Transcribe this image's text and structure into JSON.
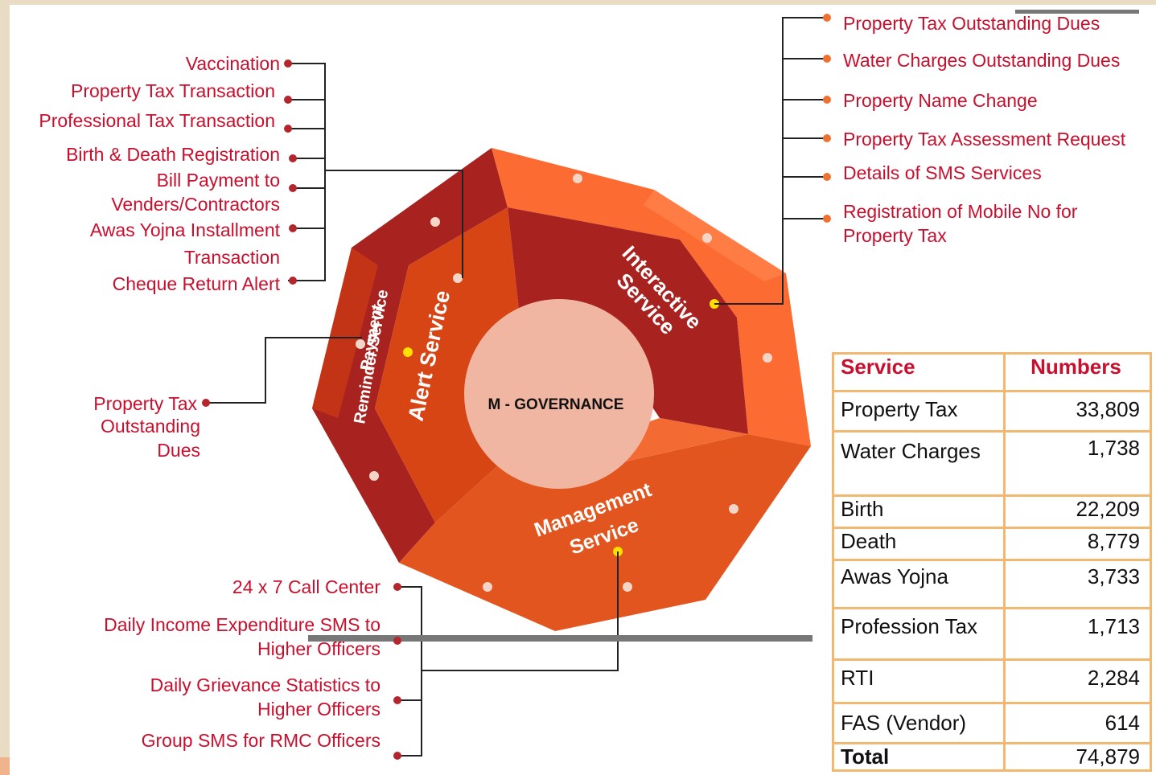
{
  "center": "M - GOVERNANCE",
  "segments": {
    "payment": [
      "Payment",
      "Reminder Service"
    ],
    "alert": "Alert Service",
    "interactive": [
      "Interactive",
      "Service"
    ],
    "management": [
      "Management",
      "Service"
    ]
  },
  "alert_items": [
    "Vaccination",
    "Property Tax Transaction",
    "Professional Tax Transaction",
    "Birth & Death Registration",
    "Bill Payment to",
    "Venders/Contractors",
    "Awas Yojna Installment",
    "Transaction",
    "Cheque Return Alert"
  ],
  "payment_items": [
    "Property Tax",
    "Outstanding",
    "Dues"
  ],
  "interactive_items": [
    "Property Tax Outstanding Dues",
    "Water Charges Outstanding Dues",
    "Property Name Change",
    "Property Tax Assessment Request",
    "Details of SMS Services",
    "Registration of Mobile No for",
    "Property Tax"
  ],
  "management_items": [
    "24 x 7 Call Center",
    "Daily Income Expenditure SMS to",
    "Higher Officers",
    "Daily Grievance Statistics to",
    "Higher Officers",
    "Group SMS for RMC Officers"
  ],
  "table": {
    "headers": [
      "Service",
      "Numbers"
    ],
    "rows": [
      {
        "service": "Property Tax",
        "number": "33,809"
      },
      {
        "service": "Water Charges",
        "number": "1,738"
      },
      {
        "service": "Birth",
        "number": "22,209"
      },
      {
        "service": "Death",
        "number": "8,779"
      },
      {
        "service": "Awas Yojna",
        "number": "3,733"
      },
      {
        "service": "Profession Tax",
        "number": "1,713"
      },
      {
        "service": "RTI",
        "number": "2,284"
      },
      {
        "service": "FAS (Vendor)",
        "number": "614"
      },
      {
        "service": "Total",
        "number": "74,879"
      }
    ]
  },
  "colors": {
    "dark_red": "#a8231f",
    "orange": "#fb6b32",
    "mid_orange": "#e2551e",
    "center_fill": "#f0b6a2",
    "label_red": "#c8102e",
    "table_border": "#f2b872"
  }
}
